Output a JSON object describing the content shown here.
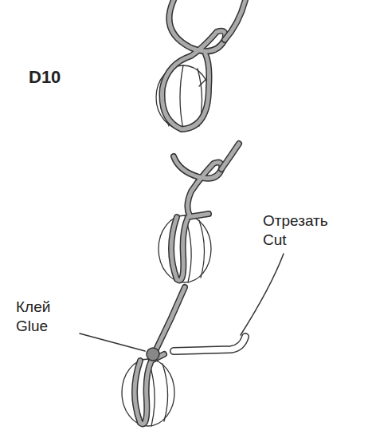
{
  "diagram": {
    "labels": [
      "D10",
      "Отрезать",
      "Cut",
      "Клей",
      "Glue"
    ]
  }
}
